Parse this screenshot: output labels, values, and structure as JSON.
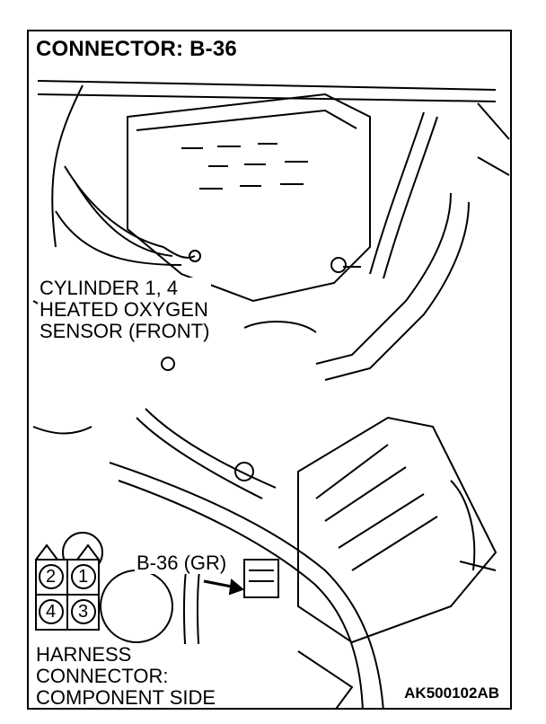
{
  "title": "CONNECTOR: B-36",
  "top_panel": {
    "label_lines": [
      "CYLINDER 1, 4",
      "HEATED OXYGEN",
      "SENSOR (FRONT)"
    ]
  },
  "bottom_panel": {
    "connector_label": "B-36 (GR)",
    "pins": [
      "2",
      "1",
      "4",
      "3"
    ],
    "harness_lines": [
      "HARNESS",
      "CONNECTOR:",
      "COMPONENT SIDE"
    ]
  },
  "figure_code": "AK500102AB"
}
